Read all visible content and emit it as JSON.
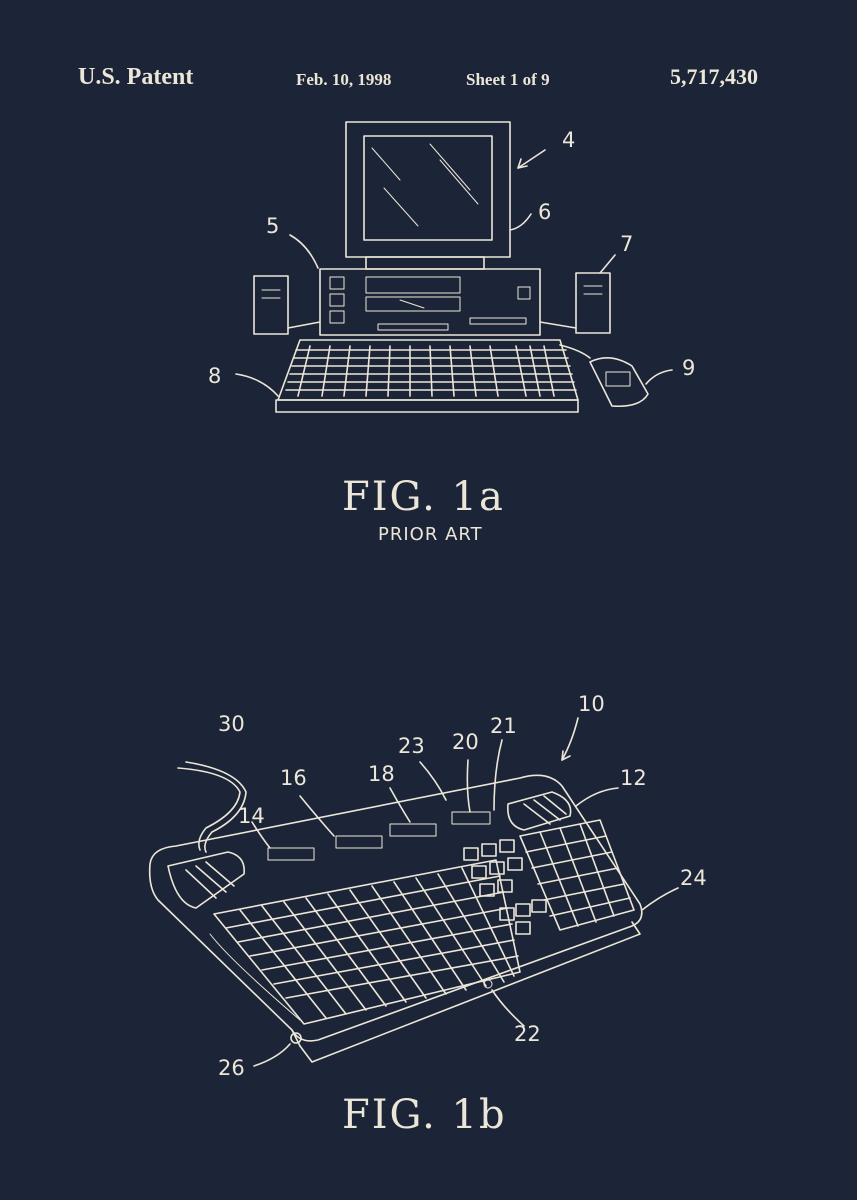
{
  "header": {
    "left": "U.S. Patent",
    "date": "Feb. 10, 1998",
    "sheet": "Sheet 1 of 9",
    "number": "5,717,430"
  },
  "figure_1a": {
    "title": "FIG.  1a",
    "subtitle": "PRIOR ART",
    "refs": [
      "4",
      "5",
      "6",
      "7",
      "8",
      "9"
    ]
  },
  "figure_1b": {
    "title": "FIG.  1b",
    "refs": [
      "10",
      "12",
      "14",
      "16",
      "18",
      "20",
      "21",
      "22",
      "23",
      "24",
      "26",
      "30"
    ]
  },
  "colors": {
    "background": "#1c2537",
    "ink": "#ece6d8"
  }
}
